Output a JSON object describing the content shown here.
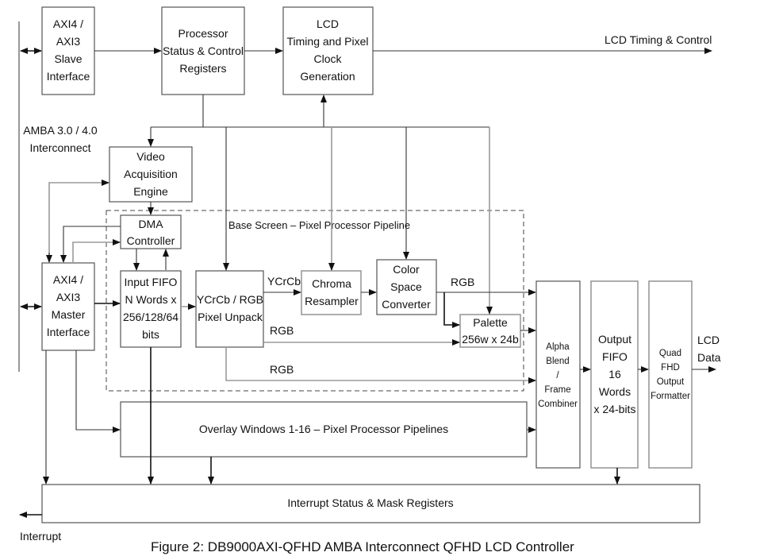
{
  "figure": {
    "caption": "Figure 2: DB9000AXI-QFHD AMBA Interconnect QFHD LCD Controller"
  },
  "labels": {
    "bus": [
      "AMBA 3.0 / 4.0",
      "Interconnect"
    ],
    "lcd_timing_control": "LCD Timing & Control",
    "lcd_data": [
      "LCD",
      "Data"
    ],
    "interrupt": "Interrupt",
    "pipeline_group": "Base Screen – Pixel Processor Pipeline",
    "signal_ycrcb": "YCrCb",
    "signal_rgb_1": "RGB",
    "signal_rgb_2": "RGB",
    "signal_rgb_3": "RGB"
  },
  "blocks": {
    "slave_if": [
      "AXI4 /",
      "AXI3",
      "Slave",
      "Interface"
    ],
    "proc_regs": [
      "Processor",
      "Status & Control",
      "Registers"
    ],
    "lcd_timing": [
      "LCD",
      "Timing and Pixel",
      "Clock",
      "Generation"
    ],
    "video_acq": [
      "Video",
      "Acquisition",
      "Engine"
    ],
    "dma": [
      "DMA",
      "Controller"
    ],
    "master_if": [
      "AXI4 /",
      "AXI3",
      "Master",
      "Interface"
    ],
    "input_fifo": [
      "Input FIFO",
      "N Words x",
      "256/128/64",
      "bits"
    ],
    "pixel_unpack": [
      "YCrCb / RGB",
      "Pixel Unpack"
    ],
    "chroma": [
      "Chroma",
      "Resampler"
    ],
    "csc": [
      "Color",
      "Space",
      "Converter"
    ],
    "palette": [
      "Palette",
      "256w x 24b"
    ],
    "alpha_blend": [
      "Alpha",
      "Blend",
      "/",
      "Frame",
      "Combiner"
    ],
    "output_fifo": [
      "Output",
      "FIFO",
      "16",
      "Words",
      "x 24-bits"
    ],
    "formatter": [
      "Quad",
      "FHD",
      "Output",
      "Formatter"
    ],
    "overlay": [
      "Overlay Windows 1-16 – Pixel Processor Pipelines"
    ],
    "interrupt_regs": [
      "Interrupt Status & Mask Registers"
    ]
  }
}
